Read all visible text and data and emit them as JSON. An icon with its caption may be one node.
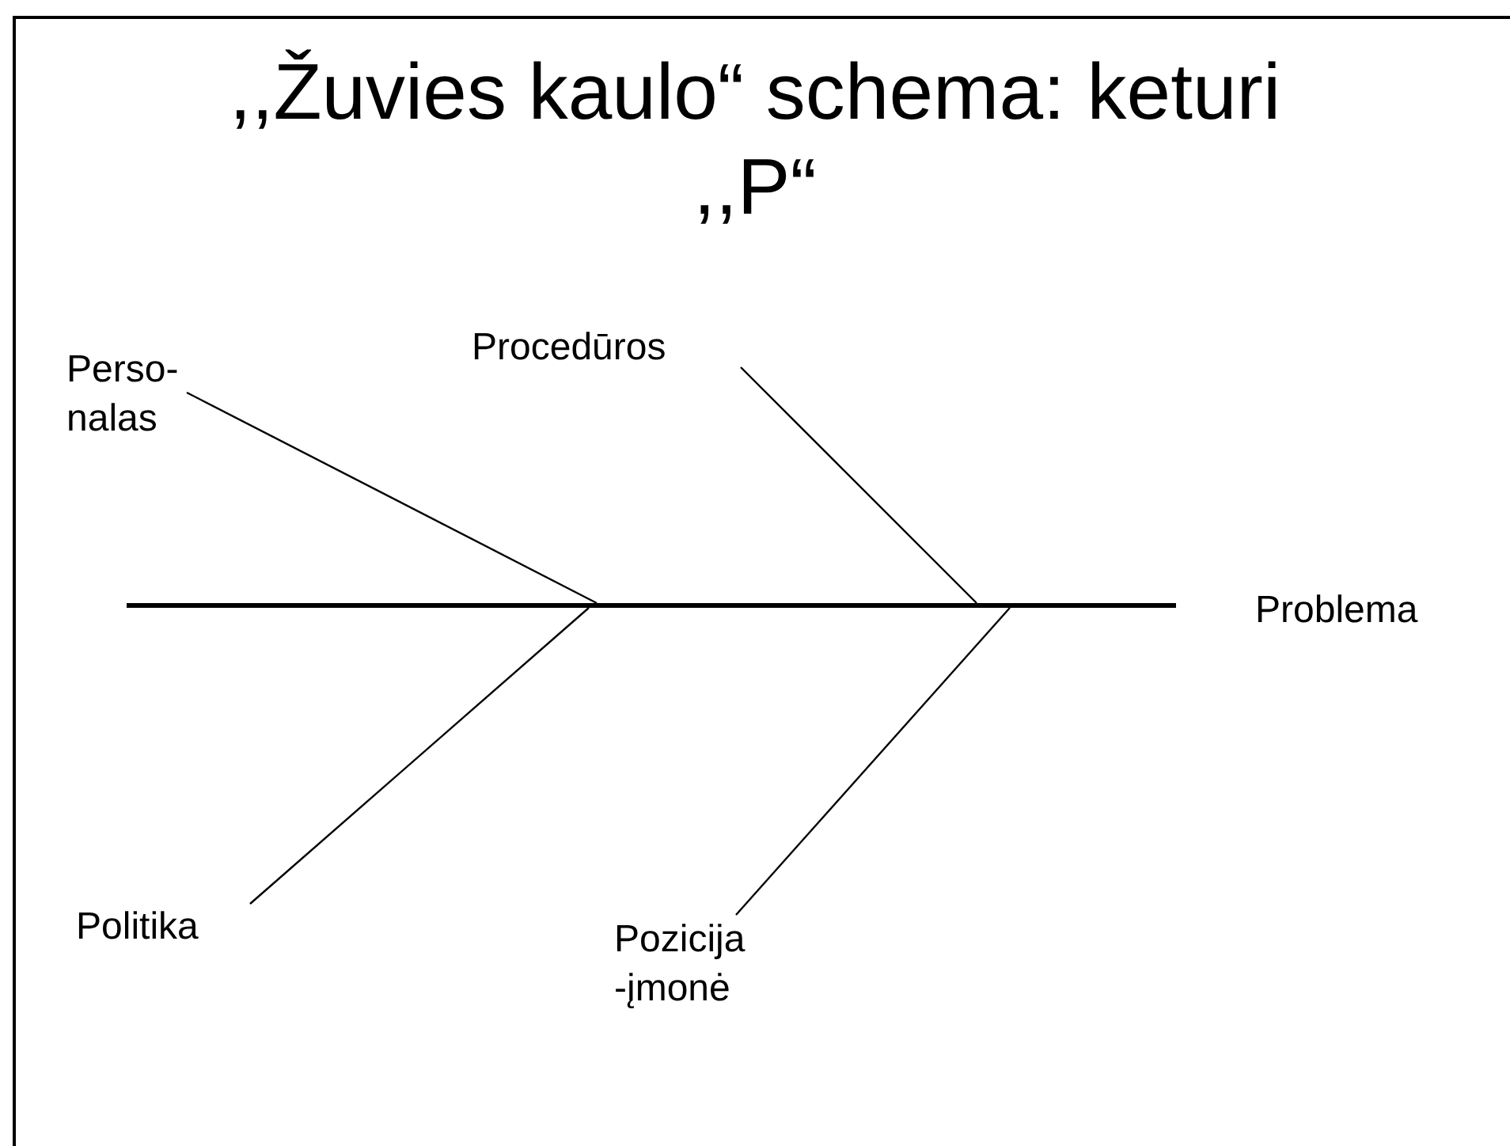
{
  "diagram": {
    "title": ",,Žuvies kaulo“ schema: keturi ,,P“",
    "nodes": [
      {
        "text": [
          "Perso- nalas"
        ]
      },
      {
        "text": [
          "Procedūros"
        ]
      },
      {
        "text": [],
        "shape": "bar"
      },
      {
        "text": [
          "Politika"
        ]
      },
      {
        "text": [
          "Pozicija -įmonė"
        ]
      }
    ],
    "edges": [
      {
        "from": 0,
        "to": 2,
        "arrow": "none"
      },
      {
        "from": 1,
        "to": 2,
        "arrow": "none"
      },
      {
        "from": 3,
        "to": 2,
        "arrow": "none"
      },
      {
        "from": 4,
        "to": 2,
        "arrow": "none"
      }
    ],
    "labels": [
      "Problema"
    ]
  }
}
